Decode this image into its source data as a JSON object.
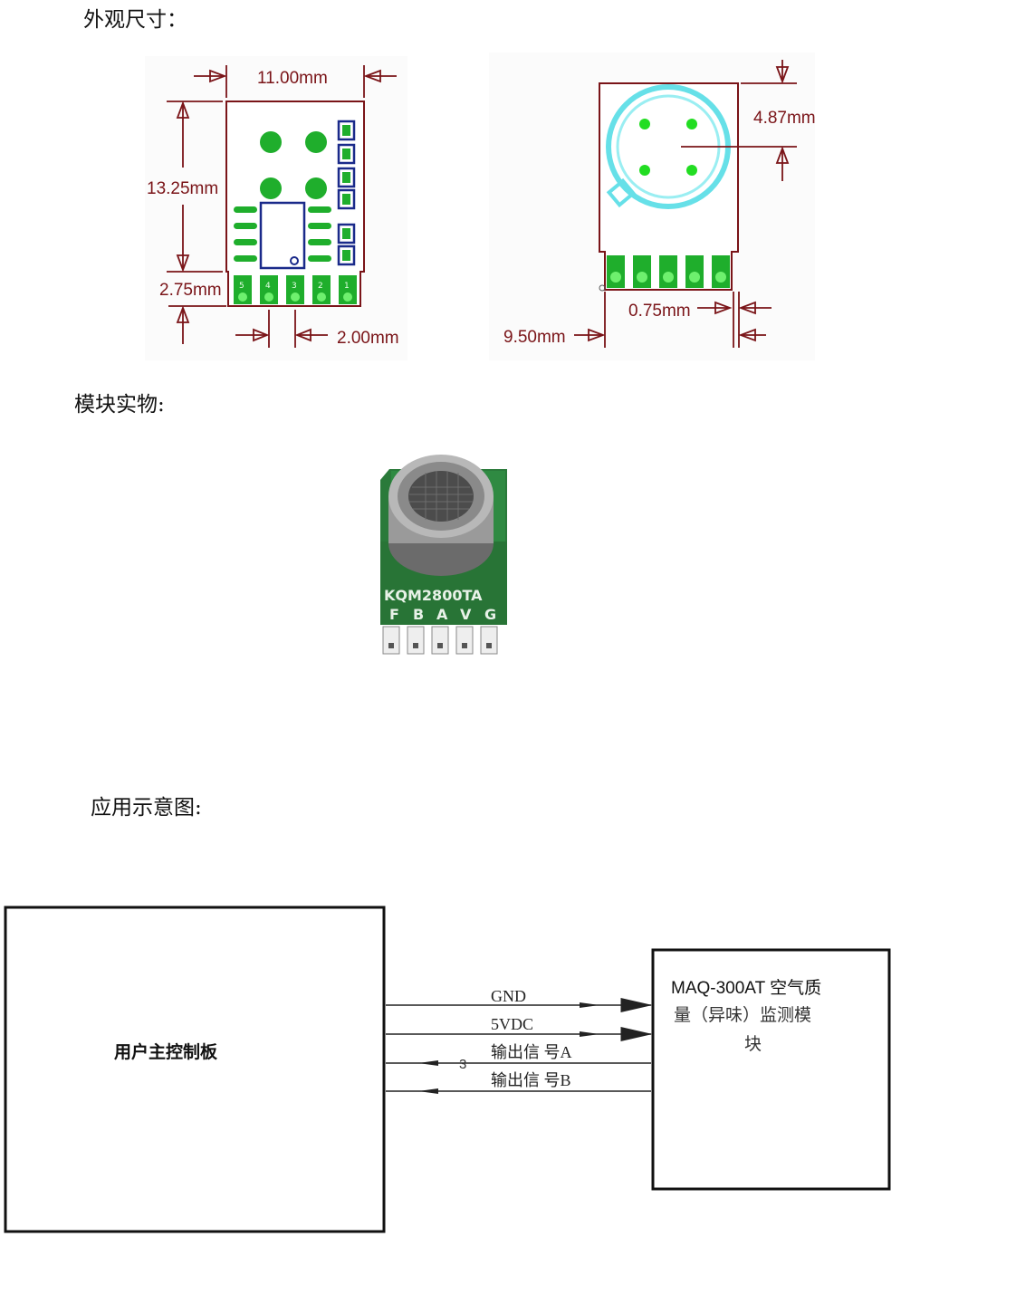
{
  "headings": {
    "dimensions": "外观尺寸：",
    "photo": "模块实物:",
    "application": "应用示意图:"
  },
  "drawing_front": {
    "width": "11.00mm",
    "height": "13.25mm",
    "pin_area": "2.75mm",
    "pitch": "2.00mm",
    "pin_numbers": [
      "5",
      "4",
      "3",
      "2",
      "1"
    ]
  },
  "drawing_side": {
    "sensor_offset": "4.87mm",
    "pad_width": "0.75mm",
    "total_width": "9.50mm"
  },
  "photo": {
    "model_print": "KQM2800TA",
    "pin_labels": [
      "F",
      "B",
      "A",
      "V",
      "G"
    ]
  },
  "schematic": {
    "controller_label": "用户主控制板",
    "module_label_line1": "MAQ-300AT 空气质",
    "module_label_line2": "量（异味）监测模",
    "module_label_line3": "块",
    "signals": [
      "GND",
      "5VDC",
      "输出信 号A",
      "输出信 号B"
    ],
    "stray_number": "3"
  },
  "colors": {
    "dimension": "#7a1418",
    "pcb_green": "#1e9a3a",
    "pad_green": "#22cc22",
    "outline_blue": "#1a2a8a",
    "sensor_cyan": "#66e0e8"
  }
}
